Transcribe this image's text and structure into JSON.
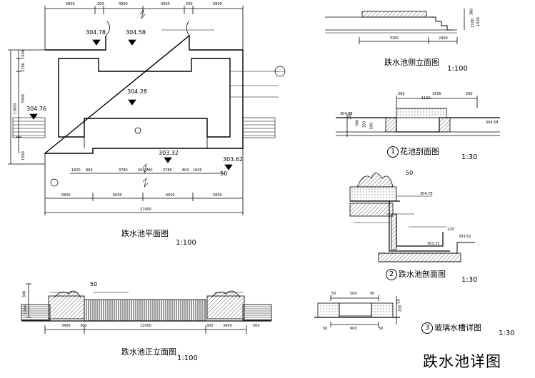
{
  "sheet_title": "跌水池详图",
  "plan": {
    "title": "跌水池平面图",
    "scale": "1:100",
    "elevations": [
      "304.78",
      "304.58",
      "304.28",
      "304.76",
      "303.32",
      "303.62"
    ],
    "dims_top": [
      "5800",
      "200",
      "4000",
      "4000",
      "200",
      "5800"
    ],
    "dims_bottom": [
      "5800",
      "6000",
      "6000",
      "5800"
    ],
    "dims_total": "27000",
    "dims_inner": [
      "1600",
      "800",
      "3780",
      "200",
      "780",
      "3780",
      "804",
      "1600"
    ],
    "dims_left": [
      "1500",
      "2700",
      "7000",
      "11600",
      "1500"
    ],
    "callout_index": "50"
  },
  "side": {
    "title": "跌水池侧立面图",
    "scale": "1:100",
    "dims": [
      "7000",
      "2400"
    ],
    "heights": [
      "380",
      "1100",
      "1500"
    ]
  },
  "section1": {
    "num": "1",
    "title": "花池剖面图",
    "scale": "1:30",
    "dims": [
      "1500",
      "200",
      "1100",
      "200"
    ],
    "elevations": [
      "304.78",
      "304.58"
    ],
    "heights": [
      "200",
      "300",
      "350",
      "500"
    ]
  },
  "section2": {
    "num": "2",
    "title": "跌水池剖面图",
    "scale": "1:30",
    "elevations": [
      "304.78",
      "303.62",
      "303.32"
    ],
    "callout_index": "50",
    "dims": [
      "120"
    ]
  },
  "front": {
    "title": "跌水池正立面图",
    "scale": "1:100",
    "dims": [
      "3400",
      "300",
      "12000",
      "300",
      "3400"
    ],
    "heights": [
      "300",
      "1200",
      "500"
    ],
    "callout_index": "50"
  },
  "trough": {
    "num": "3",
    "title": "玻璃水槽详图",
    "scale": "1:30",
    "dims_top": [
      "50",
      "500",
      "50"
    ],
    "dims_bottom": [
      "50",
      "600",
      "50"
    ],
    "heights": [
      "200",
      "50"
    ]
  }
}
